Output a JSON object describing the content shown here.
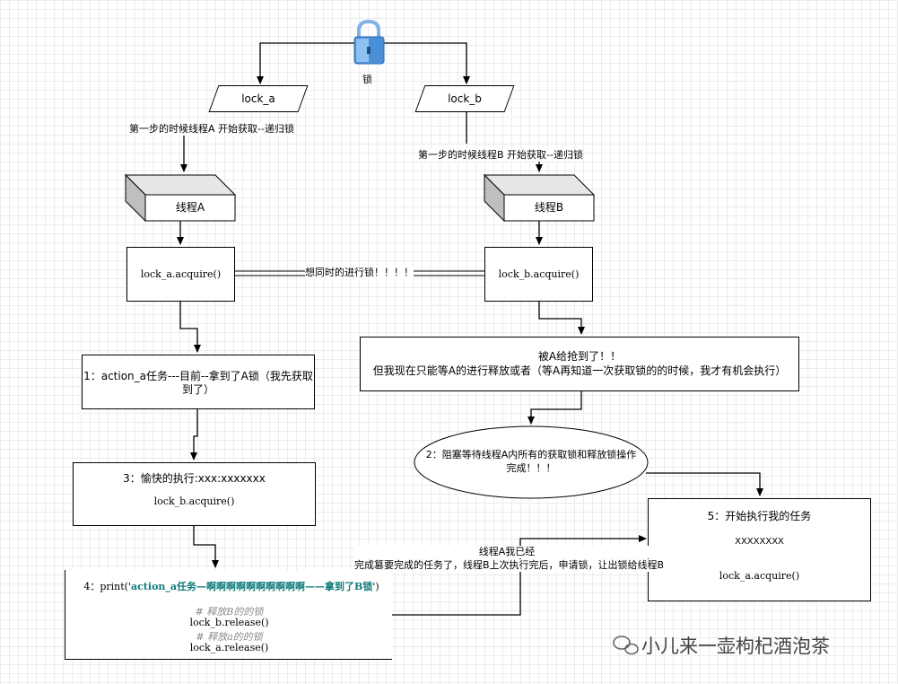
{
  "lock_icon_label": "锁",
  "lock_a": "lock_a",
  "lock_b": "lock_b",
  "step1_a": "第一步的时候线程A 开始获取--递归锁",
  "step1_b": "第一步的时候线程B 开始获取--递归锁",
  "thread_a": "线程A",
  "thread_b": "线程B",
  "acquire_a": "lock_a.acquire()",
  "acquire_b": "lock_b.acquire()",
  "concurrent_label": "想同时的进行锁！！！！",
  "box1": {
    "line1": "1：action_a任务---目前--拿到了A锁（我先获取",
    "line2": "到了）"
  },
  "box_grabbed": {
    "line1": "被A给抢到了！！",
    "line2": "但我现在只能等A的进行释放或者（等A再知道一次获取锁的的时候，我才有机会执行）"
  },
  "ellipse2": {
    "line1": "2：阻塞等待线程A内所有的获取锁和释放锁操作",
    "line2": "完成！！！"
  },
  "box3": {
    "line1": "3：愉快的执行:xxx:xxxxxxx",
    "line2": "lock_b.acquire()"
  },
  "box4": {
    "prefix": "4：print('",
    "teal": "action_a任务—啊啊啊啊啊啊啊啊啊啊——拿到了B锁",
    "suffix": "')",
    "comment1": "# 释放B的的锁",
    "release_b": "lock_b.release()",
    "comment2": "# 释放a的的锁",
    "release_a": "lock_a.release()"
  },
  "note_release": {
    "line1": "线程A我已经",
    "line2": "完成篡要完成的任务了，线程B上次执行完后，申请锁，让出锁给线程B"
  },
  "box5": {
    "line1": "5：开始执行我的任务",
    "line2": "XXXXXXXX",
    "line3": "lock_a.acquire()"
  },
  "watermark": "小儿来一壶枸杞酒泡茶"
}
